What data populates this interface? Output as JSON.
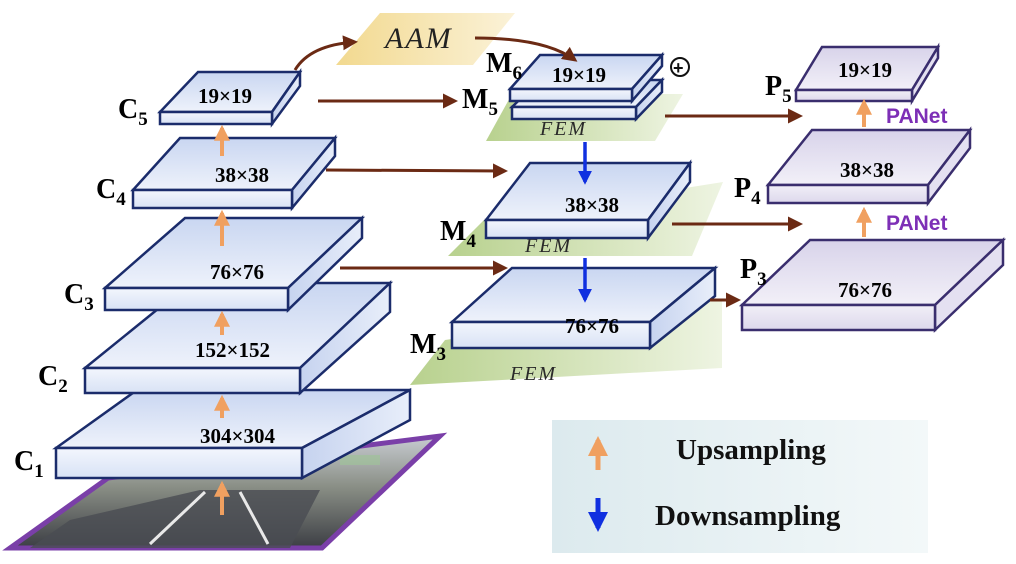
{
  "backbone": {
    "c1": {
      "label_main": "C",
      "label_sub": "1",
      "size": "304×304"
    },
    "c2": {
      "label_main": "C",
      "label_sub": "2",
      "size": "152×152"
    },
    "c3": {
      "label_main": "C",
      "label_sub": "3",
      "size": "76×76"
    },
    "c4": {
      "label_main": "C",
      "label_sub": "4",
      "size": "38×38"
    },
    "c5": {
      "label_main": "C",
      "label_sub": "5",
      "size": "19×19"
    }
  },
  "attention": {
    "label": "AAM"
  },
  "fusion": {
    "m6": {
      "label_main": "M",
      "label_sub": "6",
      "size": "19×19"
    },
    "m5": {
      "label_main": "M",
      "label_sub": "5"
    },
    "m4": {
      "label_main": "M",
      "label_sub": "4",
      "size": "38×38"
    },
    "m3": {
      "label_main": "M",
      "label_sub": "3",
      "size": "76×76"
    },
    "fem_label": "FEM",
    "plus_symbol": "+"
  },
  "pyramid": {
    "p5": {
      "label_main": "P",
      "label_sub": "5",
      "size": "19×19"
    },
    "p4": {
      "label_main": "P",
      "label_sub": "4",
      "size": "38×38"
    },
    "p3": {
      "label_main": "P",
      "label_sub": "3",
      "size": "76×76"
    },
    "panet_label": "PANet"
  },
  "legend": {
    "upsampling": "Upsampling",
    "downsampling": "Downsampling"
  },
  "colors": {
    "backbone_top": "#dde6f7",
    "backbone_front": "#ecf1fb",
    "block_stroke": "#1b2c6b",
    "pyramid_top": "#e3dff0",
    "pyramid_stroke": "#3a2e6e",
    "fem_plane": "#c4d9a4",
    "aam_fill": "#f5e2a8",
    "up_arrow": "#f0a060",
    "down_arrow": "#1030e0",
    "lateral_arrow": "#6b2a14",
    "legend_bg": "#e6f0f3"
  }
}
